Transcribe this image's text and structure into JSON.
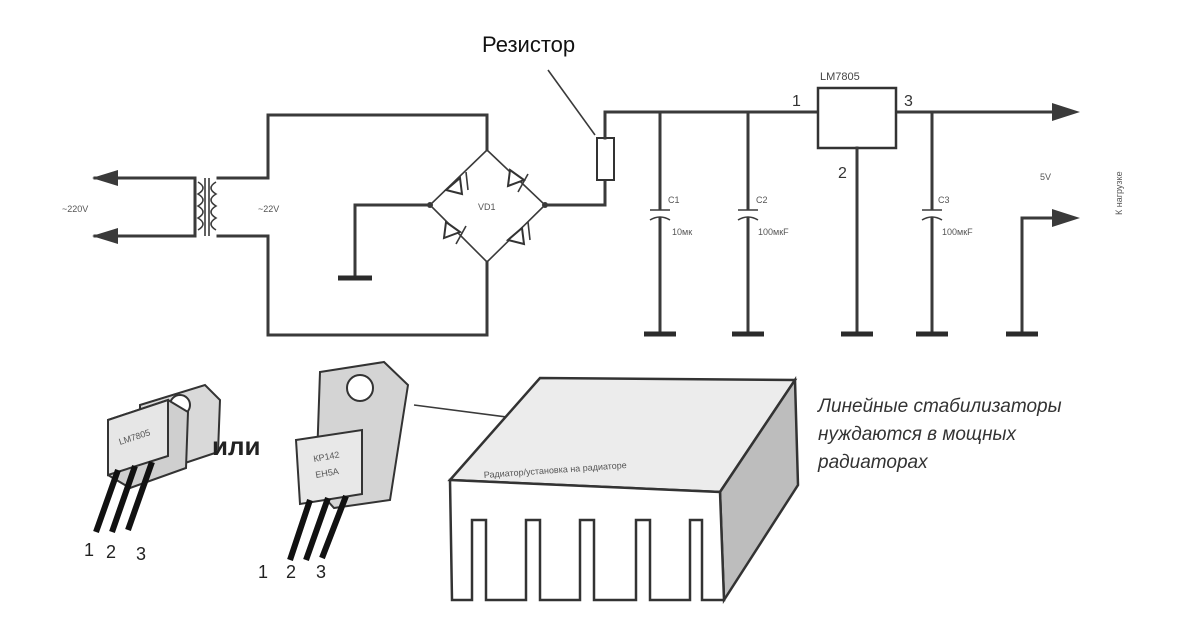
{
  "labels": {
    "resistor": "Резистор",
    "regulator": "LM7805",
    "pin1": "1",
    "pin2": "2",
    "pin3": "3",
    "mains_voltage": "~220V",
    "secondary_voltage": "~22V",
    "bridge": "VD1",
    "c1": "C1",
    "c1_value": "10мк",
    "c2": "C2",
    "c2_value": "100мкF",
    "c3": "C3",
    "c3_value": "100мкF",
    "output_voltage": "5V",
    "load": "К нагрузке",
    "transistor_a": "LM7805",
    "transistor_b_line1": "КР142",
    "transistor_b_line2": "ЕН5А",
    "or_word": "или",
    "leg_numbers": [
      "1",
      "2",
      "3"
    ],
    "heatsink_text": "Радиатор/установка на радиаторе",
    "note_line1": "Линейные стабилизаторы",
    "note_line2": "нуждаются в мощных",
    "note_line3": "радиаторах"
  },
  "colors": {
    "ink": "#3a3a3a",
    "paper": "#ffffff",
    "metal_light": "#d9d9d9",
    "metal_dark": "#9a9a9a"
  }
}
